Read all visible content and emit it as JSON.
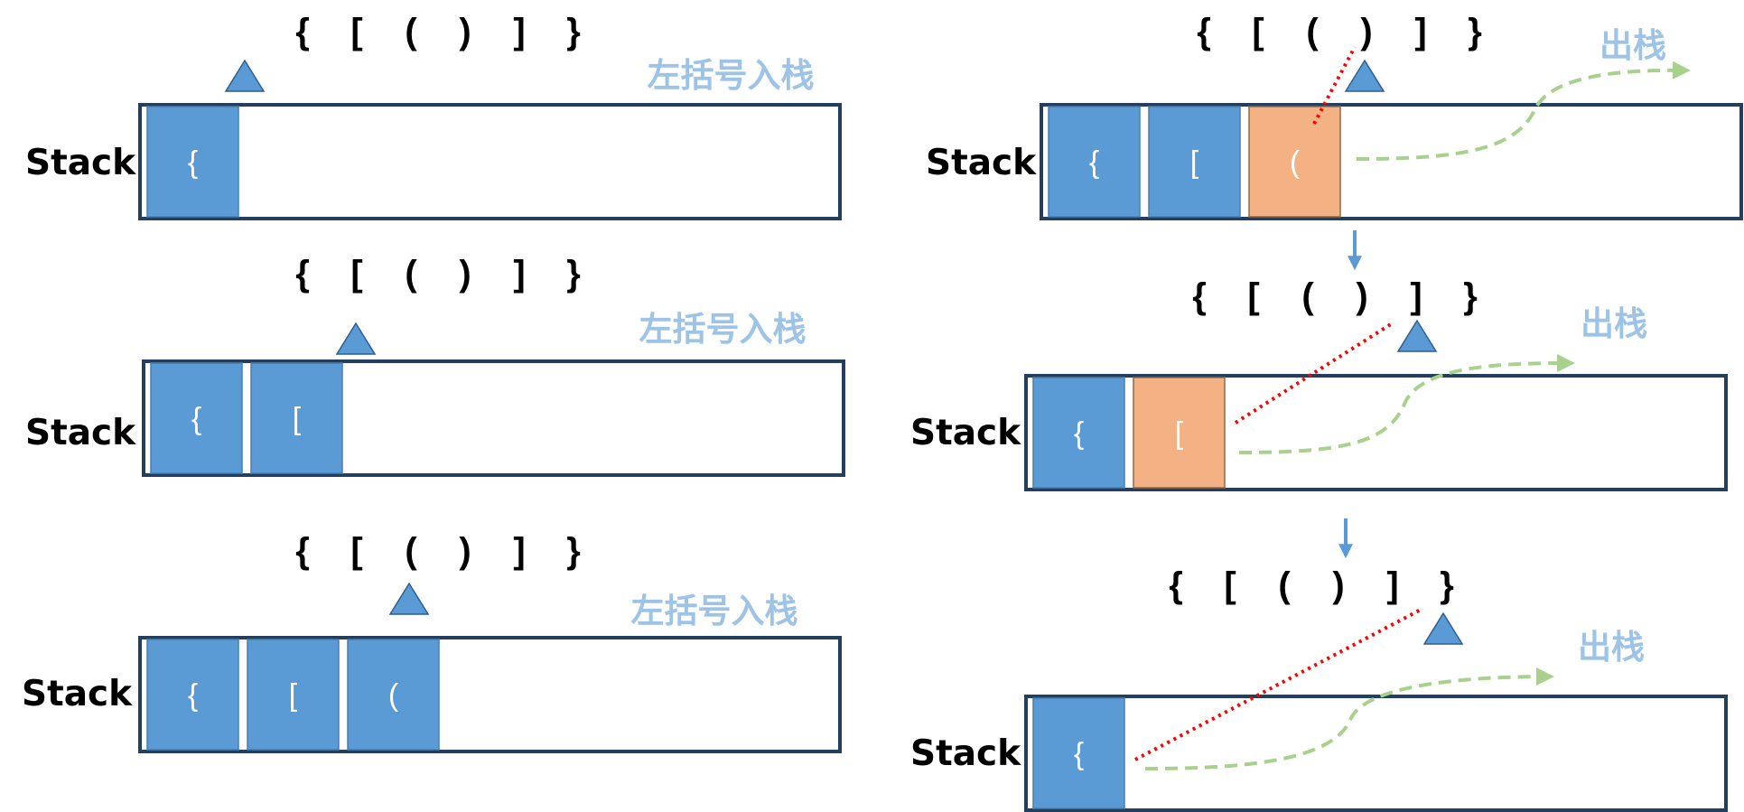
{
  "colors": {
    "pushed": "#5b9bd5",
    "popping": "#f4b183",
    "frame": "#243f5e",
    "pointer": "#5b9bd5",
    "action_label": "#9dc3e6",
    "pop_arrow": "#a9d18e",
    "match_line": "#ff0000",
    "step_arrow": "#5b9bd5"
  },
  "sequence": [
    "{",
    "[",
    "(",
    ")",
    "]",
    "}"
  ],
  "stack_label": "Stack",
  "panels": [
    {
      "id": "push-1",
      "action": "左括号入栈",
      "pointer_index": 0,
      "cells": [
        "{"
      ],
      "popping": false
    },
    {
      "id": "push-2",
      "action": "左括号入栈",
      "pointer_index": 1,
      "cells": [
        "{",
        "["
      ],
      "popping": false
    },
    {
      "id": "push-3",
      "action": "左括号入栈",
      "pointer_index": 2,
      "cells": [
        "{",
        "[",
        "("
      ],
      "popping": false
    },
    {
      "id": "pop-1",
      "action": "出栈",
      "pointer_index": 3,
      "cells": [
        "{",
        "[",
        "("
      ],
      "popping": true
    },
    {
      "id": "pop-2",
      "action": "出栈",
      "pointer_index": 4,
      "cells": [
        "{",
        "["
      ],
      "popping": true
    },
    {
      "id": "pop-3",
      "action": "出栈",
      "pointer_index": 5,
      "cells": [
        "{"
      ],
      "popping": true
    }
  ]
}
